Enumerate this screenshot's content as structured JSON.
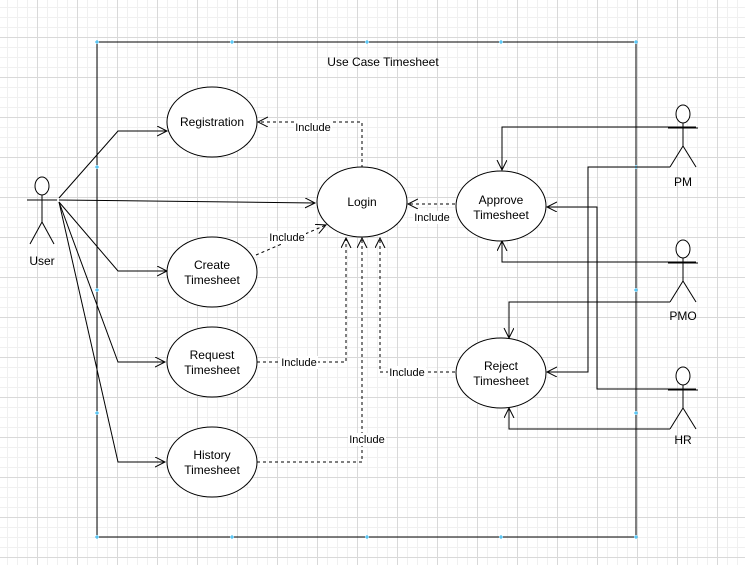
{
  "system": {
    "title": "Use Case Timesheet"
  },
  "actors": {
    "user": "User",
    "pm": "PM",
    "pmo": "PMO",
    "hr": "HR"
  },
  "use_cases": {
    "registration": [
      "Registration"
    ],
    "login": [
      "Login"
    ],
    "create": [
      "Create",
      "Timesheet"
    ],
    "request": [
      "Request",
      "Timesheet"
    ],
    "history": [
      "History",
      "Timesheet"
    ],
    "approve": [
      "Approve",
      "Timesheet"
    ],
    "reject": [
      "Reject",
      "Timesheet"
    ]
  },
  "relations": {
    "include_label": "Include"
  }
}
